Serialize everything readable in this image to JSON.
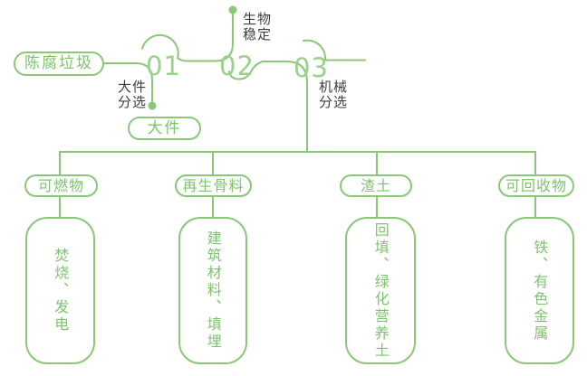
{
  "diagram": {
    "source": {
      "label": "陈腐垃圾"
    },
    "stages": [
      {
        "number": "01",
        "process": "大件\n分选"
      },
      {
        "number": "02",
        "process": "生物\n稳定"
      },
      {
        "number": "03",
        "process": "机械\n分选"
      }
    ],
    "bulky_output": {
      "label": "大件"
    },
    "branches": [
      {
        "category": "可燃物",
        "disposal": "焚烧、发电"
      },
      {
        "category": "再生骨料",
        "disposal": "建筑材料、填埋"
      },
      {
        "category": "渣土",
        "disposal": "回填、绿化营养土"
      },
      {
        "category": "可回收物",
        "disposal": "铁、有色金属"
      }
    ],
    "colors": {
      "green": "#8AC779",
      "green_number": "#9BD18A",
      "dark_text": "#3E3E3E"
    }
  }
}
